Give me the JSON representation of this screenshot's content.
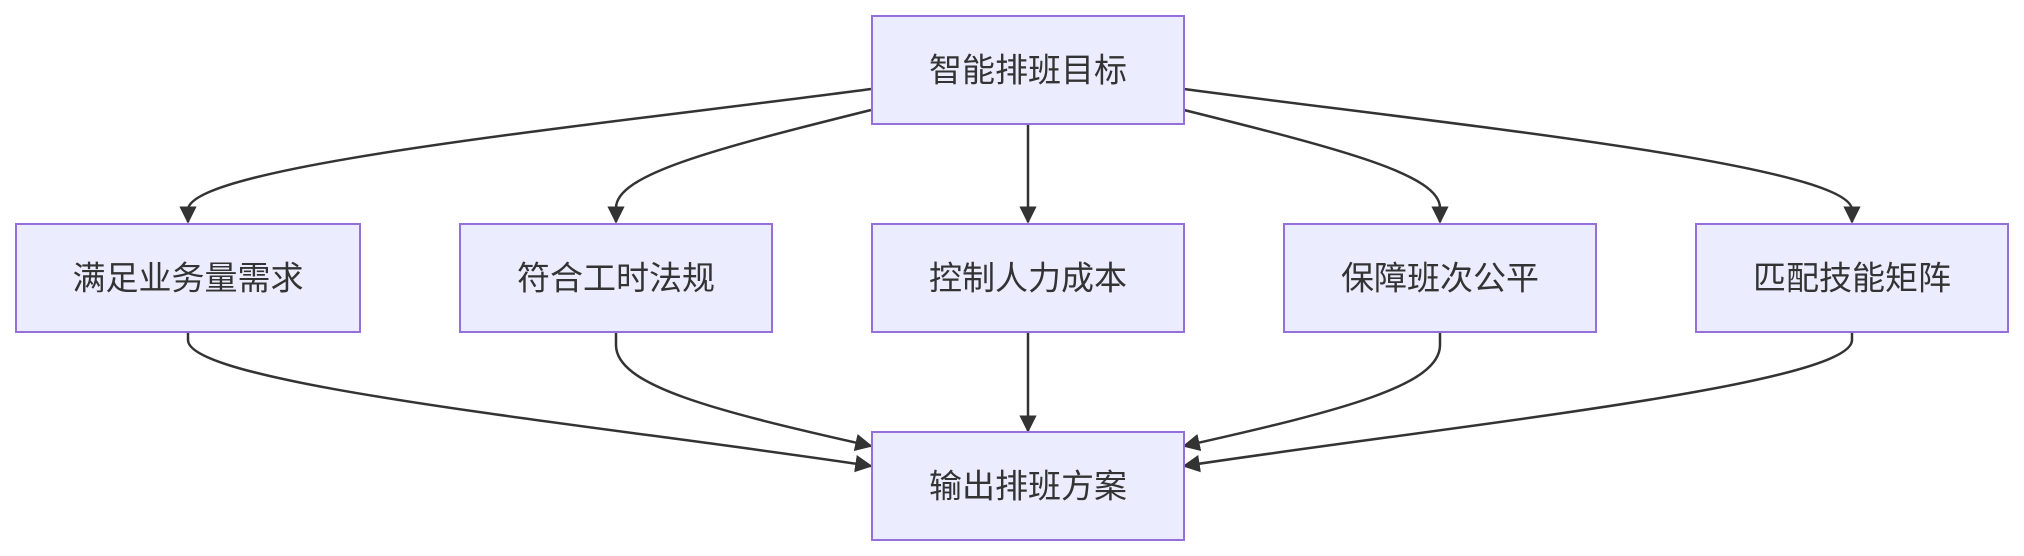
{
  "diagram": {
    "type": "flowchart",
    "colors": {
      "node_fill": "#ECECFF",
      "node_stroke": "#9370DB",
      "edge": "#333333",
      "text": "#333333"
    },
    "nodes": {
      "goal": "智能排班目标",
      "demand": "满足业务量需求",
      "labor_law": "符合工时法规",
      "cost": "控制人力成本",
      "fairness": "保障班次公平",
      "skills": "匹配技能矩阵",
      "output": "输出排班方案"
    },
    "edges": [
      {
        "from": "goal",
        "to": "demand"
      },
      {
        "from": "goal",
        "to": "labor_law"
      },
      {
        "from": "goal",
        "to": "cost"
      },
      {
        "from": "goal",
        "to": "fairness"
      },
      {
        "from": "goal",
        "to": "skills"
      },
      {
        "from": "demand",
        "to": "output"
      },
      {
        "from": "labor_law",
        "to": "output"
      },
      {
        "from": "cost",
        "to": "output"
      },
      {
        "from": "fairness",
        "to": "output"
      },
      {
        "from": "skills",
        "to": "output"
      }
    ]
  }
}
